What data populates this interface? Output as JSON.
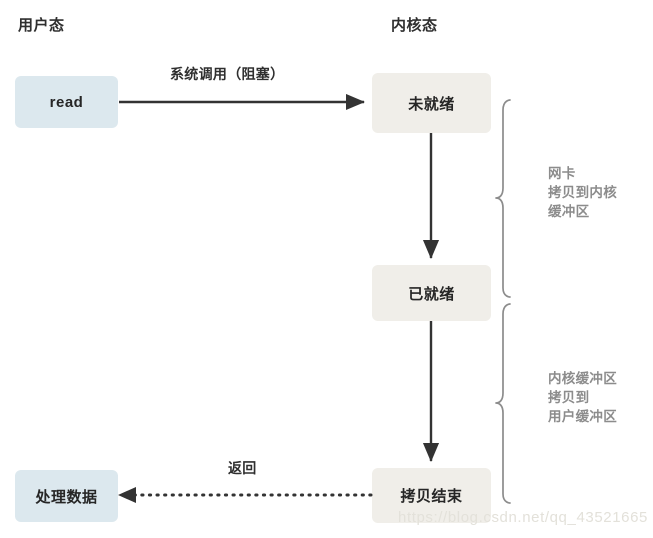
{
  "diagram": {
    "title_user": "用户态",
    "title_kernel": "内核态",
    "colors": {
      "user_node_bg": "#dce8ee",
      "kernel_node_bg": "#f0eee9",
      "node_text": "#262626",
      "arrow": "#333333",
      "brace": "#8c8c8c",
      "brace_text": "#8c8c8c",
      "watermark": "#e3e1da",
      "background": "#ffffff"
    },
    "nodes": [
      {
        "id": "read",
        "label": "read",
        "side": "user"
      },
      {
        "id": "not-ready",
        "label": "未就绪",
        "side": "kernel"
      },
      {
        "id": "ready",
        "label": "已就绪",
        "side": "kernel"
      },
      {
        "id": "copy-done",
        "label": "拷贝结束",
        "side": "kernel"
      },
      {
        "id": "process-data",
        "label": "处理数据",
        "side": "user"
      }
    ],
    "edges": [
      {
        "id": "syscall",
        "label": "系统调用（阻塞）",
        "from": "read",
        "to": "not-ready",
        "style": "solid"
      },
      {
        "id": "not-ready-to-ready",
        "label": "",
        "from": "not-ready",
        "to": "ready",
        "style": "solid"
      },
      {
        "id": "ready-to-copy-done",
        "label": "",
        "from": "ready",
        "to": "copy-done",
        "style": "solid"
      },
      {
        "id": "return",
        "label": "返回",
        "from": "copy-done",
        "to": "process-data",
        "style": "dotted"
      }
    ],
    "braces": [
      {
        "id": "nic-to-kernel",
        "lines": [
          "网卡",
          "拷贝到内核",
          "缓冲区"
        ]
      },
      {
        "id": "kernel-to-user",
        "lines": [
          "内核缓冲区",
          "拷贝到",
          "用户缓冲区"
        ]
      }
    ],
    "watermark": "https://blog.csdn.net/qq_43521665"
  }
}
